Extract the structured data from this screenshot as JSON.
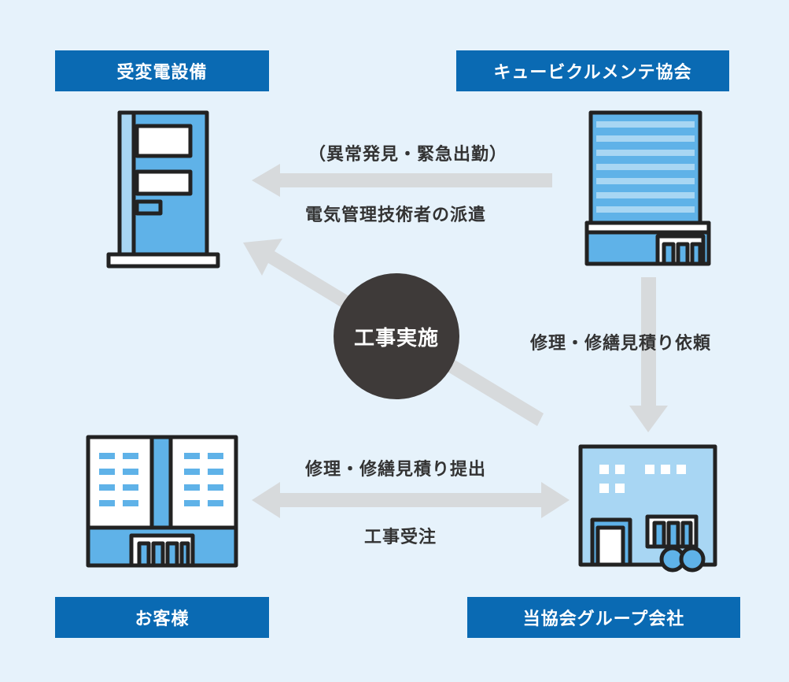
{
  "nodes": {
    "equipment": "受変電設備",
    "association": "キュービクルメンテ協会",
    "customer": "お客様",
    "group": "当協会グループ会社"
  },
  "flows": {
    "top_line1": "（異常発見・緊急出勤）",
    "top_line2": "電気管理技術者の派遣",
    "center": "工事実施",
    "right": "修理・修繕見積り依頼",
    "bottom_line1": "修理・修繕見積り提出",
    "bottom_line2": "工事受注"
  },
  "colors": {
    "background": "#e6f2fb",
    "label_blue": "#0a6ab3",
    "arrow_gray": "#d7dadc",
    "circle_dark": "#3e3a39",
    "icon_blue": "#5fb2e8",
    "icon_outline": "#222222"
  }
}
